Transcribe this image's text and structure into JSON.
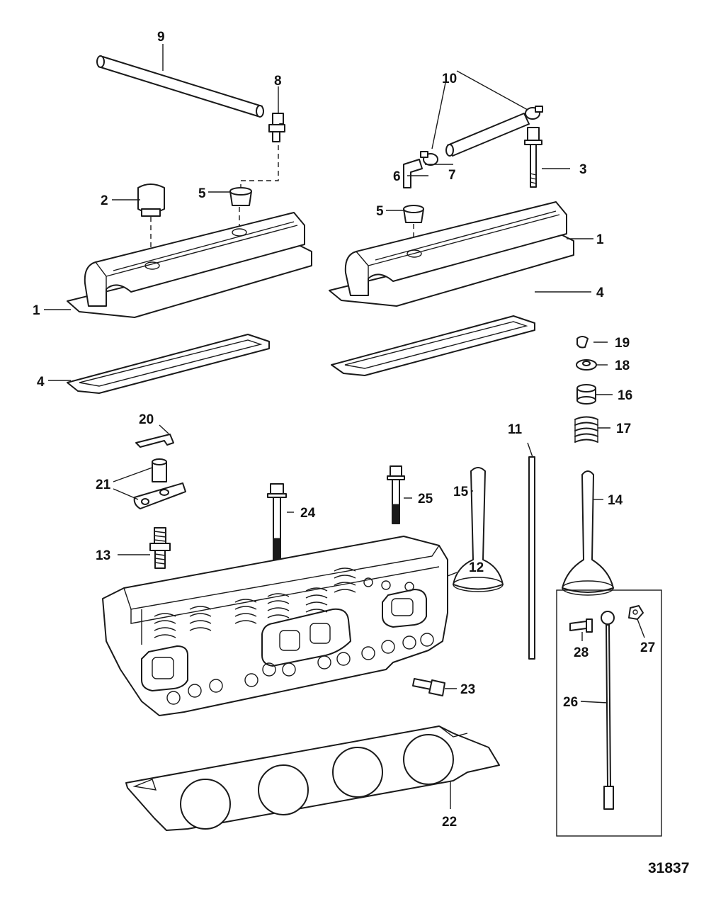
{
  "callouts": {
    "c1_left": "1",
    "c1_right": "1",
    "c2": "2",
    "c3": "3",
    "c4_left": "4",
    "c4_right": "4",
    "c5_left": "5",
    "c5_right": "5",
    "c6": "6",
    "c7": "7",
    "c8": "8",
    "c9": "9",
    "c10": "10",
    "c11": "11",
    "c12": "12",
    "c13": "13",
    "c14": "14",
    "c15": "15",
    "c16": "16",
    "c17": "17",
    "c18": "18",
    "c19": "19",
    "c20": "20",
    "c21": "21",
    "c22": "22",
    "c23": "23",
    "c24": "24",
    "c25": "25",
    "c26": "26",
    "c27": "27",
    "c28": "28"
  },
  "figure_number": "31837",
  "colors": {
    "line": "#1a1a1a",
    "background": "#ffffff"
  }
}
